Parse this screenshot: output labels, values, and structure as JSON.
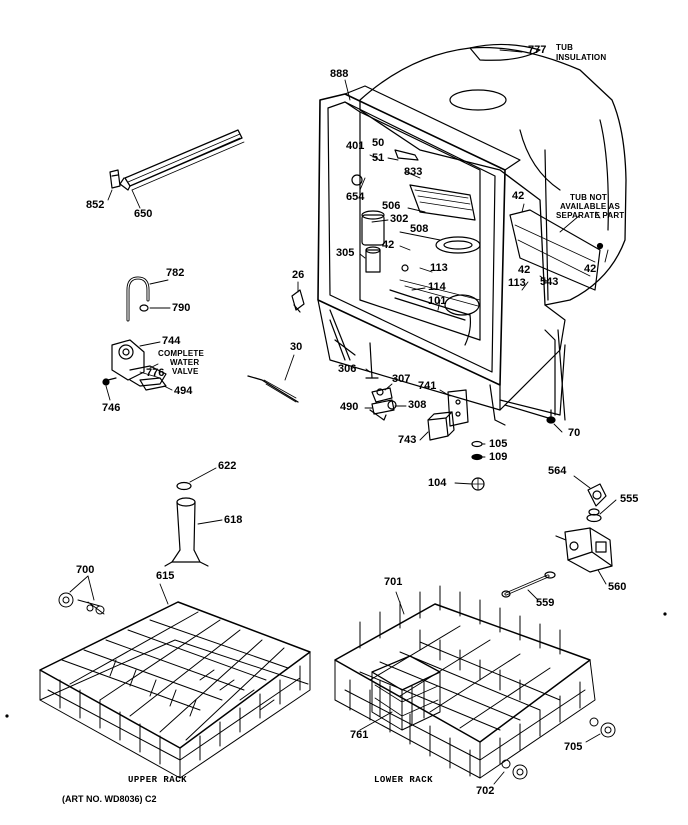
{
  "parts": {
    "p777": "777",
    "p888": "888",
    "p401": "401",
    "p50": "50",
    "p51": "51",
    "p833": "833",
    "p654": "654",
    "p506": "506",
    "p302": "302",
    "p508": "508",
    "p305": "305",
    "p42a": "42",
    "p42b": "42",
    "p42c": "42",
    "p42d": "42",
    "p113a": "113",
    "p113b": "113",
    "p114": "114",
    "p101": "101",
    "p543": "543",
    "p26": "26",
    "p30": "30",
    "p306": "306",
    "p307": "307",
    "p741": "741",
    "p490": "490",
    "p308": "308",
    "p743": "743",
    "p105": "105",
    "p109": "109",
    "p104": "104",
    "p70": "70",
    "p852": "852",
    "p650": "650",
    "p782": "782",
    "p790": "790",
    "p744": "744",
    "p776": "776",
    "p746": "746",
    "p494": "494",
    "p622": "622",
    "p618": "618",
    "p564": "564",
    "p555": "555",
    "p560": "560",
    "p559": "559",
    "p700": "700",
    "p615": "615",
    "p701": "701",
    "p761": "761",
    "p705": "705",
    "p702": "702"
  },
  "callouts": {
    "tub_insulation_1": "TUB",
    "tub_insulation_2": "INSULATION",
    "tub_not_available_1": "TUB NOT",
    "tub_not_available_2": "AVAILABLE AS",
    "tub_not_available_3": "SEPARATE PART",
    "water_valve_1": "COMPLETE",
    "water_valve_2": "WATER",
    "water_valve_3": "VALVE"
  },
  "captions": {
    "upper_rack": "UPPER RACK",
    "lower_rack": "LOWER RACK",
    "art_number": "(ART NO. WD8036) C2"
  }
}
